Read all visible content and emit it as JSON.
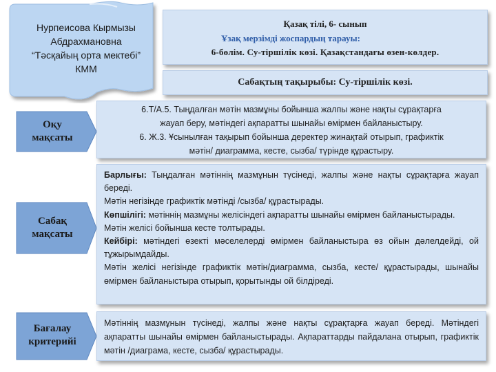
{
  "author": {
    "lines": [
      "Нурпеисова Кырмызы",
      "Абдрахмановна",
      "“Тәсқайың орта мектебі”",
      "КММ"
    ]
  },
  "header": {
    "line1": "Қазақ тілі, 6- сынып",
    "line2": "Ұзақ мерзімді жоспардың тарауы:",
    "line3": "6-бөлім.   Су-тіршілік көзі.    Қазақстандағы өзен-көлдер."
  },
  "topic": "Сабақтың тақырыбы: Су-тіршілік көзі.",
  "labels": {
    "learning_goals": [
      "Оқу",
      "мақсаты"
    ],
    "lesson_goals": [
      "Сабақ",
      "мақсаты"
    ],
    "criteria": [
      "Бағалау",
      "критерийі"
    ]
  },
  "learning_objectives": [
    "6.Т/А.5.  Тыңдалған мәтін мазмұны бойынша жалпы және нақты сұрақтарға",
    "жауап беру, мәтіндегі ақпаратты шынайы өмірмен байланыстыру.",
    "6. Ж.3.  Ұсынылған тақырып бойынша деректер жинақтай отырып, графиктік",
    "мәтін/ диаграмма, кесте, сызба/ түрінде құрастыру."
  ],
  "lesson_goals": [
    {
      "lead": "Барлығы:",
      "text": " Тыңдалған мәтіннің мазмұнын түсінеді, жалпы және нақты сұрақтарға жауап береді."
    },
    {
      "lead": "",
      "text": "Мәтін негізінде графиктік мәтінді /сызба/ құрастырады."
    },
    {
      "lead": "Көпшілігі:",
      "text": " мәтіннің мазмұны желісіндегі ақпаратты шынайы өмірмен байланыстырады."
    },
    {
      "lead": "",
      "text": "Мәтін желісі бойынша кесте толтырады."
    },
    {
      "lead": "Кейбірі:",
      "text": " мәтіндегі өзекті мәселелерді өмірмен байланыстыра өз ойын дәлелдейді, ой тұжырымдайды."
    },
    {
      "lead": "",
      "text": "Мәтін желісі негізінде  графиктік мәтін/диаграмма, сызба, кесте/ құрастырады, шынайы өмірмен байланыстыра отырып, қорытынды ой білдіреді."
    }
  ],
  "criteria": "Мәтіннің мазмұнын түсінеді, жалпы және нақты сұрақтарға жауап береді. Мәтіндегі ақпаратты шынайы өмірмен байланыстырады. Ақпараттарды пайдалана отырып, графиктік мәтін /диаграма, кесте, сызба/ құрастырады.",
  "colors": {
    "scroll_fill": "#bcd6f2",
    "box_fill": "#d6e4f5",
    "arrow_fill": "#7da4d6",
    "accent_text": "#2f5da8"
  }
}
